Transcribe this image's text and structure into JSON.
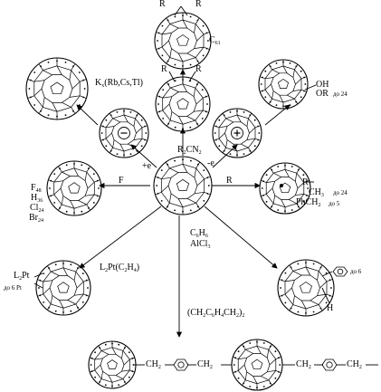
{
  "reagents": {
    "r2cn2": "R₂CN₂",
    "plus_e": "+e",
    "minus_e": "-e",
    "f": "F",
    "r": "R",
    "c6h6": "C₆H₆",
    "alcl3": "AlCl₃",
    "l2pt": "L₂Pt(C₂H₄)",
    "ch2c6h4ch2": "(CH₂C₆H₄CH₂)₂"
  },
  "products": {
    "c61_R1": "R",
    "c61_R2": "R",
    "c61_label": "C61",
    "methano_R1": "R",
    "methano_R2": "R",
    "anion_cation_K": "Kₓ(Rb,Cs,Tl)",
    "oxidized": {
      "oh": "OH",
      "or": "OR",
      "range": "до 24"
    },
    "halides": [
      "F48",
      "H36",
      "Cl24",
      "Br24"
    ],
    "alkyl": {
      "r": "R",
      "ch3": "CH3",
      "range1": "до 24",
      "phch2": "PhCH2",
      "range2": "до 5"
    },
    "platinum": {
      "l2pt": "L2Pt",
      "range": "до 6 Pt"
    },
    "phenyl": {
      "range": "до 6",
      "h": "H"
    },
    "polymer": {
      "ch2_a": "CH2",
      "ch2_b": "CH2",
      "ch2_c": "CH2",
      "ch2_d": "CH2"
    }
  }
}
